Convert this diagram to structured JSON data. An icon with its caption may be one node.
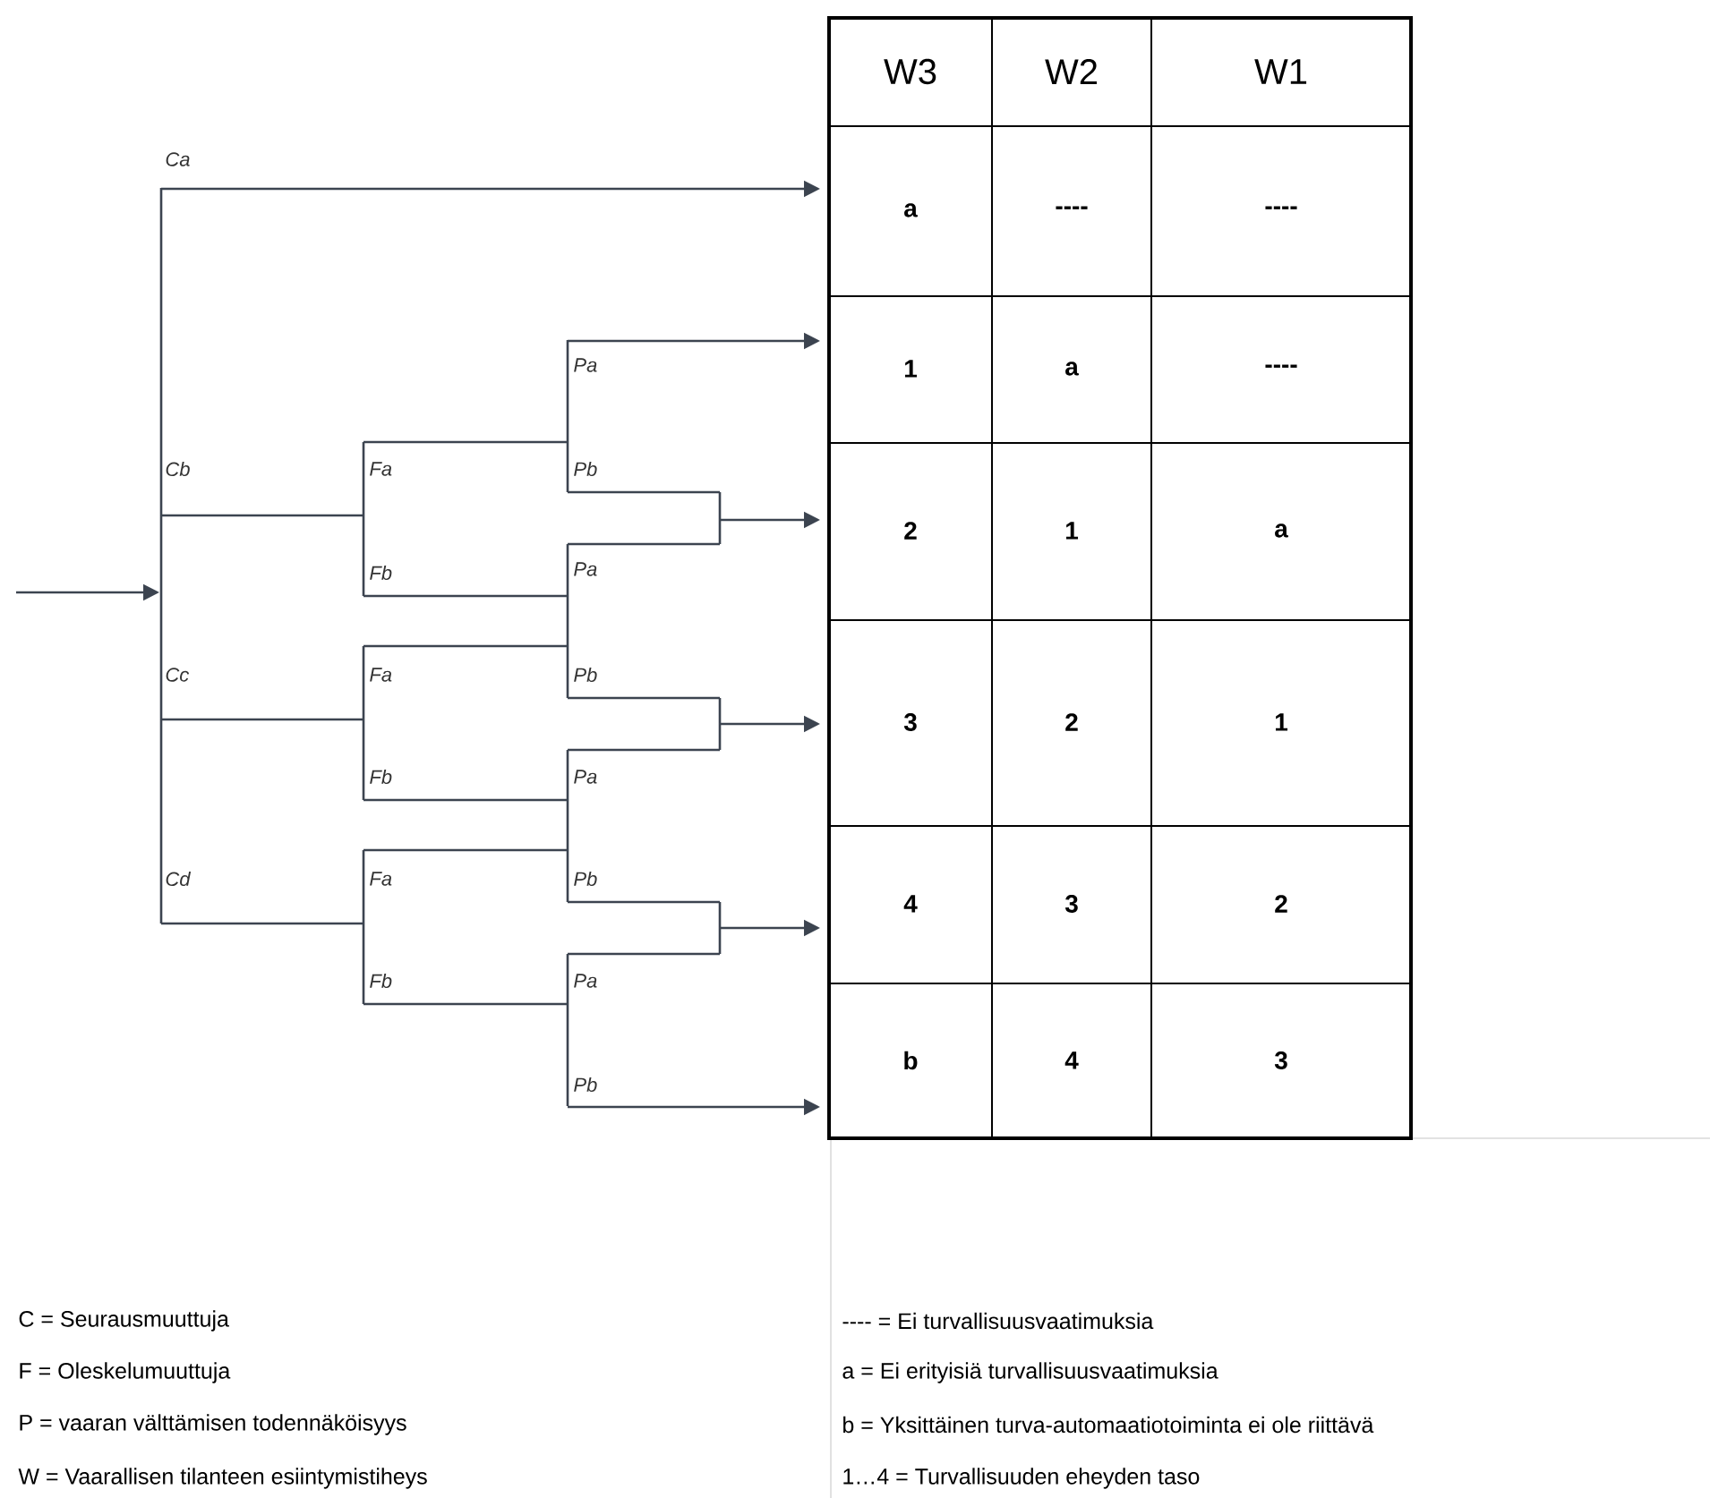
{
  "diagram": {
    "nodes": [
      {
        "text": [
          "W3",
          "W2",
          "W1"
        ]
      },
      {
        "text": [
          "a",
          "----",
          "----"
        ]
      },
      {
        "text": [
          "1",
          "a",
          "----"
        ]
      },
      {
        "text": [
          "2",
          "1",
          "a"
        ]
      },
      {
        "text": [
          "3",
          "2",
          "1"
        ]
      },
      {
        "text": [
          "4",
          "3",
          "2"
        ]
      },
      {
        "text": [
          "b",
          "4",
          "3"
        ]
      }
    ],
    "edges": [
      {
        "from": null,
        "to": 1,
        "arrow": "to"
      },
      {
        "from": null,
        "to": 2,
        "arrow": "to"
      },
      {
        "from": null,
        "to": 3,
        "arrow": "to"
      },
      {
        "from": null,
        "to": 4,
        "arrow": "to"
      },
      {
        "from": null,
        "to": 5,
        "arrow": "to"
      },
      {
        "from": null,
        "to": 6,
        "arrow": "to"
      }
    ],
    "labels": [
      "Ca",
      "Pa",
      "Cb",
      "Fa",
      "Pb",
      "Fb",
      "Pa",
      "Cc",
      "Fa",
      "Pb",
      "Fb",
      "Pa",
      "Cd",
      "Fa",
      "Pb",
      "Fb",
      "Pa",
      "Pb",
      "C = Seurausmuuttuja",
      "---- = Ei turvallisuusvaatimuksia",
      "F = Oleskelumuuttuja",
      "a = Ei erityisiä turvallisuusvaatimuksia",
      "P = vaaran välttämisen todennäköisyys",
      "b = Yksittäinen turva-automaatiotoiminta ei ole riittävä",
      "W = Vaarallisen tilanteen esiintymistiheys",
      "1…4 = Turvallisuuden eheyden taso"
    ]
  }
}
